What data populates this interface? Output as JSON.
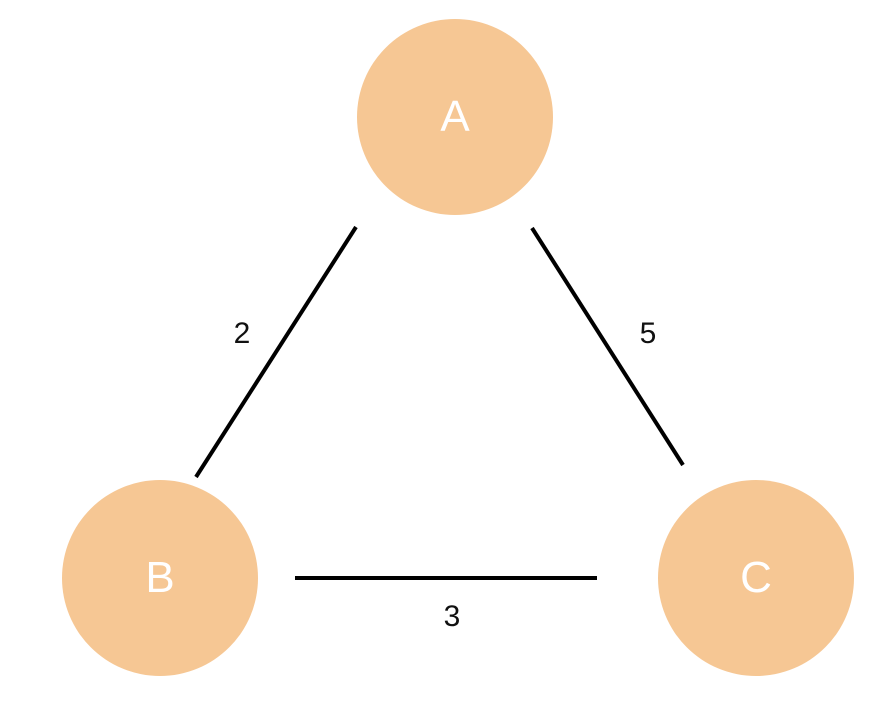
{
  "diagram": {
    "type": "weighted-undirected-graph",
    "nodes": [
      {
        "id": "A",
        "label": "A"
      },
      {
        "id": "B",
        "label": "B"
      },
      {
        "id": "C",
        "label": "C"
      }
    ],
    "edges": [
      {
        "from": "A",
        "to": "B",
        "weight": "2"
      },
      {
        "from": "A",
        "to": "C",
        "weight": "5"
      },
      {
        "from": "B",
        "to": "C",
        "weight": "3"
      }
    ],
    "colors": {
      "node_fill": "#F6C794",
      "node_text": "#FFFFFF",
      "edge_stroke": "#000000",
      "weight_text": "#111111",
      "background": "#FFFFFF"
    }
  }
}
